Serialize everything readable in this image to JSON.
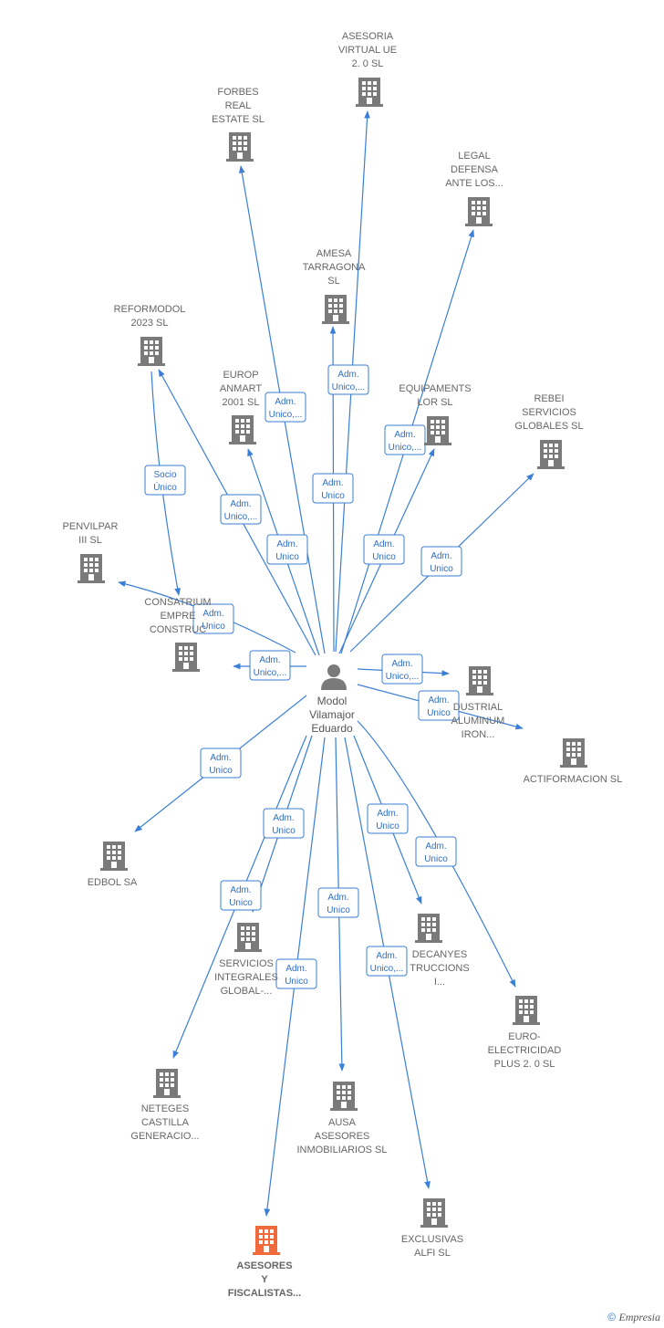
{
  "colors": {
    "edge": "#3a7fd5",
    "building": "#7a7a7a",
    "highlight": "#f06a3c",
    "person": "#7a7a7a"
  },
  "center": {
    "lines": [
      "Modol",
      "Vilamajor",
      "Eduardo"
    ],
    "icon": "person-icon"
  },
  "nodes": [
    {
      "id": "asesoria-virtual",
      "lines": [
        "ASESORIA",
        "VIRTUAL UE",
        "2. 0  SL"
      ]
    },
    {
      "id": "forbes",
      "lines": [
        "FORBES",
        "REAL",
        "ESTATE  SL"
      ]
    },
    {
      "id": "legal-defensa",
      "lines": [
        "LEGAL",
        "DEFENSA",
        "ANTE LOS..."
      ]
    },
    {
      "id": "amesa",
      "lines": [
        "AMESA",
        "TARRAGONA",
        "SL"
      ]
    },
    {
      "id": "reformodol",
      "lines": [
        "REFORMODOL",
        "2023  SL"
      ]
    },
    {
      "id": "europ-anmart",
      "lines": [
        "EUROP",
        "ANMART",
        "2001  SL"
      ]
    },
    {
      "id": "equipaments",
      "lines": [
        "EQUIPAMENTS",
        "LOR SL"
      ]
    },
    {
      "id": "rebei",
      "lines": [
        "REBEI",
        "SERVICIOS",
        "GLOBALES SL"
      ]
    },
    {
      "id": "penvilpar",
      "lines": [
        "PENVILPAR",
        "III SL"
      ]
    },
    {
      "id": "consatrium",
      "lines": [
        "CONSATRIUM",
        "EMPRE",
        "CONSTRUC"
      ]
    },
    {
      "id": "industrial",
      "lines": [
        "DUSTRIAL",
        "ALUMINUM",
        "IRON..."
      ]
    },
    {
      "id": "actiformacion",
      "lines": [
        "ACTIFORMACION SL"
      ]
    },
    {
      "id": "edbol",
      "lines": [
        "EDBOL SA"
      ]
    },
    {
      "id": "servicios-integrales",
      "lines": [
        "SERVICIOS",
        "INTEGRALES",
        "GLOBAL-..."
      ]
    },
    {
      "id": "decanyes",
      "lines": [
        "DECANYES",
        "TRUCCIONS",
        "I..."
      ]
    },
    {
      "id": "euro-electricidad",
      "lines": [
        "EURO-",
        "ELECTRICIDAD",
        "PLUS 2. 0  SL"
      ]
    },
    {
      "id": "neteges",
      "lines": [
        "NETEGES",
        "CASTILLA",
        "GENERACIO..."
      ]
    },
    {
      "id": "ausa",
      "lines": [
        "AUSA",
        "ASESORES",
        "INMOBILIARIOS SL"
      ]
    },
    {
      "id": "exclusivas",
      "lines": [
        "EXCLUSIVAS",
        "ALFI SL"
      ]
    },
    {
      "id": "asesores-fiscalistas",
      "lines": [
        "ASESORES",
        "Y",
        "FISCALISTAS..."
      ],
      "highlight": true
    }
  ],
  "edges": [
    {
      "to": "asesoria-virtual",
      "label": [
        "Adm.",
        "Unico,..."
      ]
    },
    {
      "to": "forbes",
      "label": [
        "Adm.",
        "Unico,..."
      ]
    },
    {
      "to": "legal-defensa",
      "label": [
        "Adm.",
        "Unico,..."
      ]
    },
    {
      "to": "amesa",
      "label": [
        "Adm.",
        "Unico"
      ]
    },
    {
      "to": "europ-anmart",
      "label": [
        "Adm.",
        "Unico"
      ]
    },
    {
      "to": "reformodol",
      "label": [
        "Adm.",
        "Unico,..."
      ]
    },
    {
      "to": "equipaments",
      "label": [
        "Adm.",
        "Unico"
      ]
    },
    {
      "to": "rebei",
      "label": [
        "Adm.",
        "Unico"
      ]
    },
    {
      "to": "penvilpar",
      "label": [
        "Adm.",
        "Unico"
      ]
    },
    {
      "to": "consatrium",
      "label": [
        "Adm.",
        "Unico,..."
      ]
    },
    {
      "to": "industrial",
      "label": [
        "Adm.",
        "Unico,..."
      ]
    },
    {
      "to": "actiformacion",
      "label": [
        "Adm.",
        "Unico"
      ]
    },
    {
      "to": "edbol",
      "label": [
        "Adm.",
        "Unico"
      ]
    },
    {
      "to": "servicios-integrales",
      "label": [
        "Adm.",
        "Unico"
      ]
    },
    {
      "to": "neteges",
      "label": [
        "Adm.",
        "Unico"
      ]
    },
    {
      "to": "decanyes",
      "label": [
        "Adm.",
        "Unico"
      ]
    },
    {
      "to": "euro-electricidad",
      "label": [
        "Adm.",
        "Unico"
      ]
    },
    {
      "to": "ausa",
      "label": [
        "Adm.",
        "Unico"
      ]
    },
    {
      "to": "exclusivas",
      "label": [
        "Adm.",
        "Unico,..."
      ]
    },
    {
      "to": "asesores-fiscalistas",
      "label": [
        "Adm.",
        "Unico"
      ]
    },
    {
      "from": "reformodol",
      "to": "consatrium",
      "label": [
        "Socio",
        "Único"
      ]
    }
  ],
  "footer": {
    "copyright": "©",
    "brand": "Empresia"
  }
}
